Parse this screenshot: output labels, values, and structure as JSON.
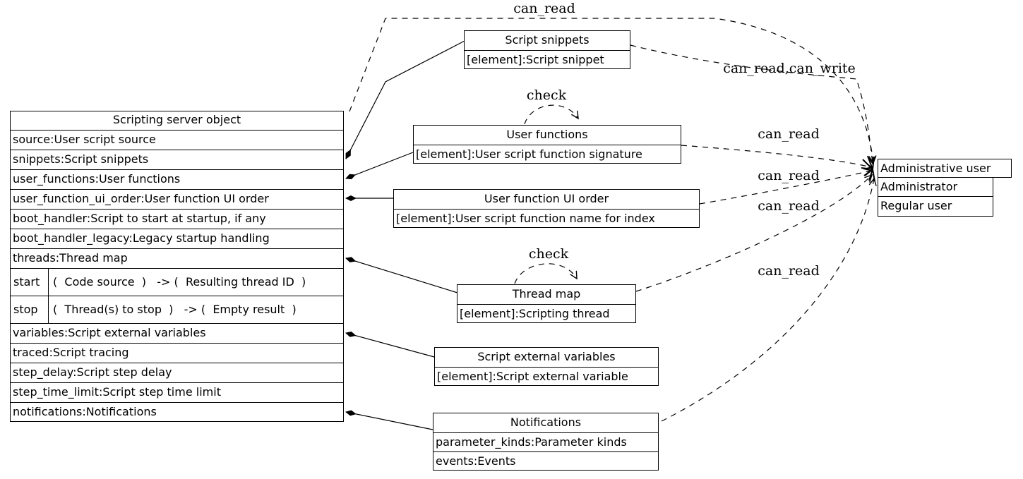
{
  "nodes": {
    "server": {
      "title": "Scripting server object",
      "fields_top": [
        "source:User script source",
        "snippets:Script snippets",
        "user_functions:User functions",
        "user_function_ui_order:User function UI order",
        "boot_handler:Script to start at startup, if any",
        "boot_handler_legacy:Legacy startup handling",
        "threads:Thread map"
      ],
      "methods": [
        {
          "name": "start",
          "signature": "(  Code source  )   -> (  Resulting thread ID  )"
        },
        {
          "name": "stop",
          "signature": "(  Thread(s) to stop  )   -> (  Empty result  )"
        }
      ],
      "fields_bottom": [
        "variables:Script external variables",
        "traced:Script tracing",
        "step_delay:Script step delay",
        "step_time_limit:Script step time limit",
        "notifications:Notifications"
      ]
    },
    "script_snippets": {
      "title": "Script snippets",
      "rows": [
        "[element]:Script snippet"
      ]
    },
    "user_functions": {
      "title": "User functions",
      "rows": [
        "[element]:User script function signature"
      ]
    },
    "user_function_ui_order": {
      "title": "User function UI order",
      "rows": [
        "[element]:User script function name for index"
      ]
    },
    "thread_map": {
      "title": "Thread map",
      "rows": [
        "[element]:Scripting thread"
      ]
    },
    "script_external_variables": {
      "title": "Script external variables",
      "rows": [
        "[element]:Script external variable"
      ]
    },
    "notifications": {
      "title": "Notifications",
      "rows": [
        "parameter_kinds:Parameter kinds",
        "events:Events"
      ]
    },
    "administrative_user": {
      "title": "Administrative user",
      "rows": [
        "Administrator",
        "Regular user"
      ]
    }
  },
  "edge_labels": {
    "server_to_admin": "can_read",
    "snippets_to_admin": "can_read,can_write",
    "user_functions_to_admin": "can_read",
    "ui_order_to_admin": "can_read",
    "thread_map_to_admin": "can_read",
    "notifications_to_admin": "can_read",
    "user_functions_check": "check",
    "thread_map_check": "check"
  },
  "colors": {
    "background": "#ffffff",
    "line": "#000000",
    "text": "#000000"
  }
}
